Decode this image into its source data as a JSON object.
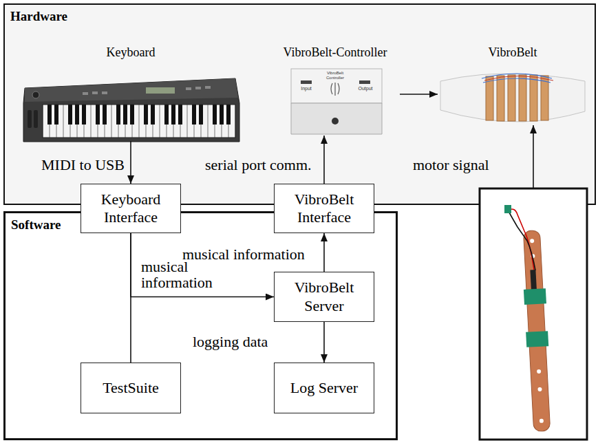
{
  "diagram": {
    "nodes": [
      {
        "text": [
          "Hardware"
        ]
      },
      {
        "text": [
          "Keyboard"
        ],
        "in": 0
      },
      {
        "text": [
          "VibroBelt-Controller"
        ],
        "in": 0
      },
      {
        "text": [
          "VibroBelt"
        ],
        "in": 0
      },
      {
        "text": [
          "Keyboard Interface"
        ]
      },
      {
        "text": [
          "VibroBelt Interface"
        ]
      },
      {
        "text": [
          "Software"
        ]
      },
      {
        "text": [
          "VibroBelt Server"
        ],
        "in": 6
      },
      {
        "text": [
          "TestSuite"
        ],
        "in": 6
      },
      {
        "text": [
          "Log Server"
        ],
        "in": 6
      }
    ],
    "edges": [
      {
        "from": 1,
        "to": 4,
        "label": "MIDI to USB",
        "arrow": "to"
      },
      {
        "from": 5,
        "to": 2,
        "label": "serial port comm.",
        "arrow": "to"
      },
      {
        "from": 2,
        "to": 3,
        "label": "motor signal",
        "arrow": "to"
      },
      {
        "from": 4,
        "to": 7,
        "label": "musical information",
        "arrow": "to"
      },
      {
        "from": 4,
        "to": 8,
        "arrow": "none"
      },
      {
        "from": 7,
        "to": 5,
        "label": "musical information",
        "arrow": "to"
      },
      {
        "from": 7,
        "to": 9,
        "label": "logging data",
        "arrow": "to"
      }
    ],
    "labels": [
      "VibroBelt Controller",
      "Input",
      "Output"
    ]
  }
}
